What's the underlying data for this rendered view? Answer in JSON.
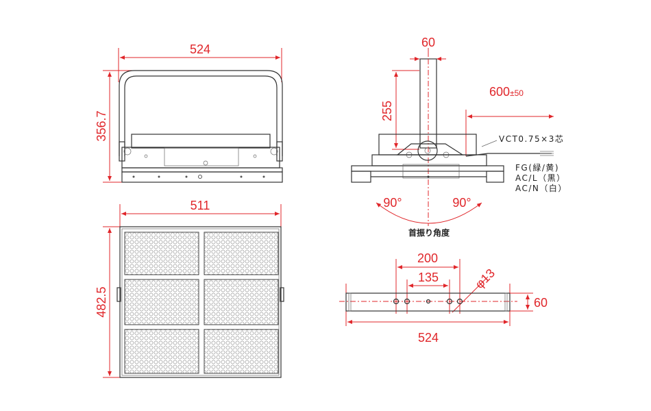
{
  "front_view": {
    "width_dim": "524",
    "height_dim": "356.7"
  },
  "face_view": {
    "width_dim": "511",
    "height_dim": "482.5"
  },
  "side_view": {
    "pole_dim": "60",
    "pole_height_dim": "255",
    "cable_dim_main": "600",
    "cable_dim_tol": "±50",
    "cable_spec": "VCT0.75×3芯",
    "wires": [
      "FG(緑/黄)",
      "AC/L（黒）",
      "AC/N（白）"
    ],
    "angle_left": "90°",
    "angle_right": "90°",
    "angle_caption": "首振り角度"
  },
  "bracket_view": {
    "hole_span_outer": "200",
    "hole_span_inner": "135",
    "hole_dia": "φ13",
    "bar_height": "60",
    "bar_length": "524"
  }
}
